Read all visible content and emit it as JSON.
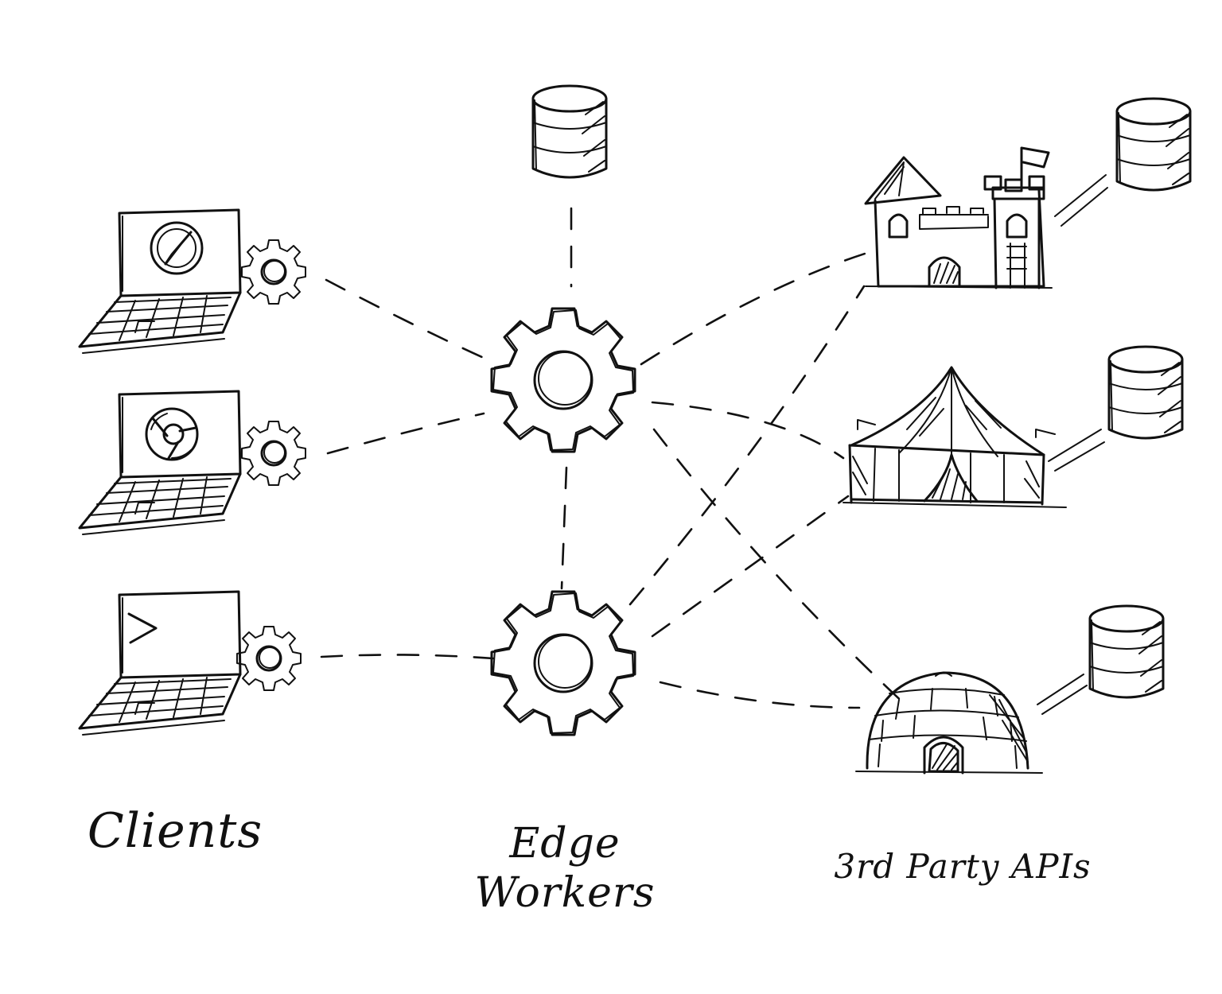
{
  "labels": {
    "clients": "Clients",
    "edge_workers_line1": "Edge",
    "edge_workers_line2": "Workers",
    "third_party": "3rd Party APIs"
  },
  "icons": {
    "client_1": "laptop-compass-browser-icon",
    "client_2": "laptop-chrome-browser-icon",
    "client_3": "laptop-terminal-icon",
    "client_gear": "small-gear-icon",
    "edge_worker": "gear-icon",
    "database": "database-cylinder-icon",
    "api_1": "castle-icon",
    "api_2": "circus-tent-icon",
    "api_3": "igloo-icon"
  },
  "colors": {
    "ink": "#111111",
    "background": "#ffffff"
  }
}
